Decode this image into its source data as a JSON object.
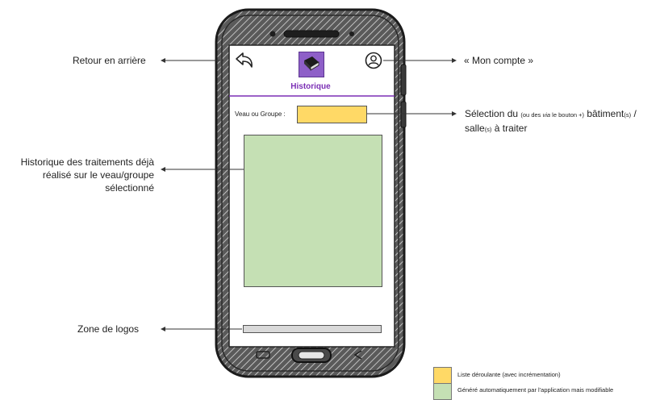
{
  "screen": {
    "title": "Historique",
    "field_label": "Veau ou Groupe :",
    "icons": [
      "back-arrow-icon",
      "book-icon",
      "account-icon"
    ]
  },
  "annotations": {
    "back": "Retour en arrière",
    "account": "« Mon compte »",
    "selection_line1_main": "Sélection du",
    "selection_line1_small_a": "(ou des ",
    "selection_line1_small_via": "via",
    "selection_line1_small_b": " le bouton +)",
    "selection_line1_mid": " bâtiment",
    "selection_line1_small_s": "(s)",
    "selection_line1_end": " /",
    "selection_line2_main": "salle",
    "selection_line2_small_s": "(s)",
    "selection_line2_end": " à traiter",
    "history_line1": "Historique des traitements déjà",
    "history_line2": "réalisé sur le veau/groupe",
    "history_line3": "sélectionné",
    "logos": "Zone de logos"
  },
  "legend": [
    {
      "color": "#ffd966",
      "label": "Liste déroulante (avec incrémentation)"
    },
    {
      "color": "#c5e0b4",
      "label": "Généré automatiquement par l'application mais modifiable"
    }
  ]
}
